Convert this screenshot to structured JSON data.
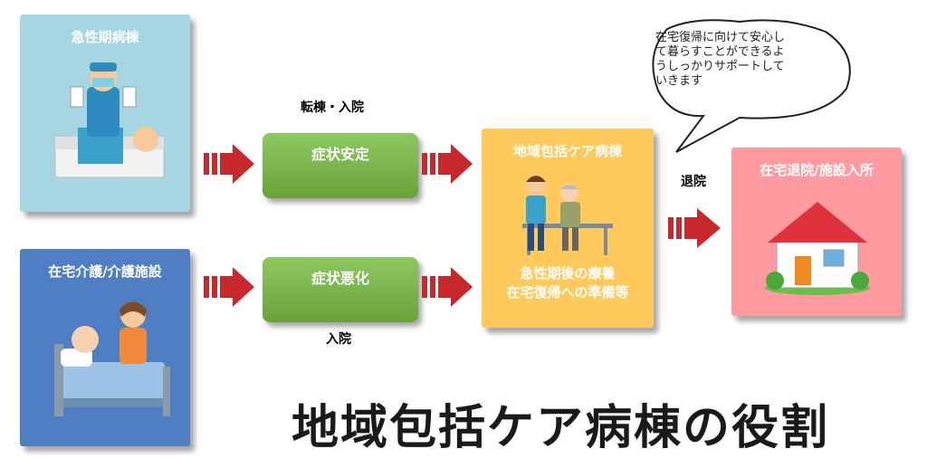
{
  "cards": {
    "acute": "急性期病棟",
    "homecare": "在宅介護/介護施設",
    "ward": "地域包括ケア病棟",
    "discharge": "在宅退院/施設入所"
  },
  "ward_body": [
    "急性期後の療養",
    "在宅復帰への準備等"
  ],
  "pills": {
    "stable": "症状安定",
    "worse": "症状悪化"
  },
  "labels": {
    "transfer": "転棟・入院",
    "admit": "入院",
    "leave": "退院"
  },
  "bubble": [
    "在宅復帰に向けて安心し",
    "て暮らすことができるよ",
    "うしっかりサポートして",
    "いきます"
  ],
  "title": "地域包括ケア病棟の役割",
  "colors": {
    "acute": "#a6d6e2",
    "homecare": "#4f7fc2",
    "ward": "#ffca5b",
    "discharge": "#ff9aa1",
    "pill": "#7ab34a",
    "arrow": "#c6282c"
  }
}
